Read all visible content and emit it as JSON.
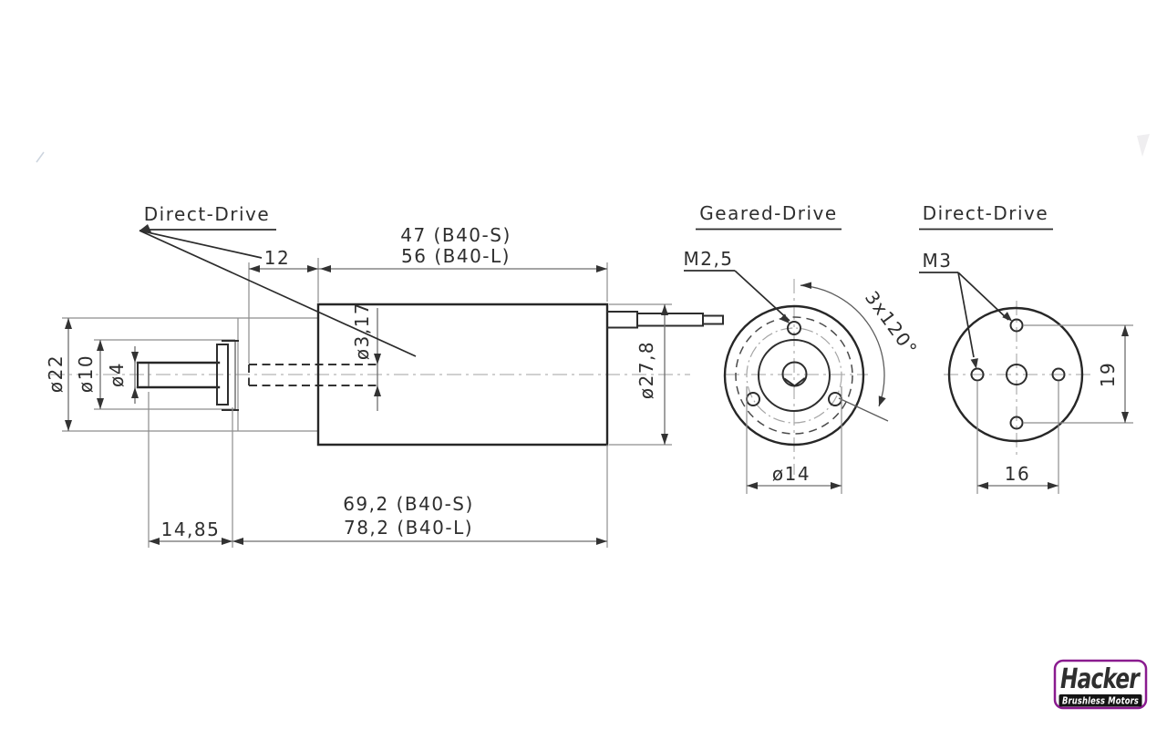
{
  "drawing": {
    "side_view": {
      "label_direct_drive": "Direct-Drive",
      "dim_shaft_length": "12",
      "dim_body_short": "47 (B40-S)",
      "dim_body_long": "56 (B40-L)",
      "dia_gearbox": "ø22",
      "dia_front": "ø10",
      "dia_shaft": "ø4",
      "dia_shaft_hidden": "ø3,17",
      "dia_body": "ø27,8",
      "dim_shaft_protrusion": "14,85",
      "dim_total_short": "69,2 (B40-S)",
      "dim_total_long": "78,2 (B40-L)"
    },
    "geared_view": {
      "title": "Geared-Drive",
      "thread_label": "M2,5",
      "angle_label": "3x120°",
      "dim_bolt_circle": "ø14"
    },
    "direct_view": {
      "title": "Direct-Drive",
      "thread_label": "M3",
      "dim_hole_spacing_h": "16",
      "dim_hole_spacing_v": "19"
    }
  },
  "logo": {
    "brand": "Hacker",
    "tagline": "Brushless Motors",
    "brand_color": "#8a1b8f",
    "bar_color": "#141414"
  }
}
